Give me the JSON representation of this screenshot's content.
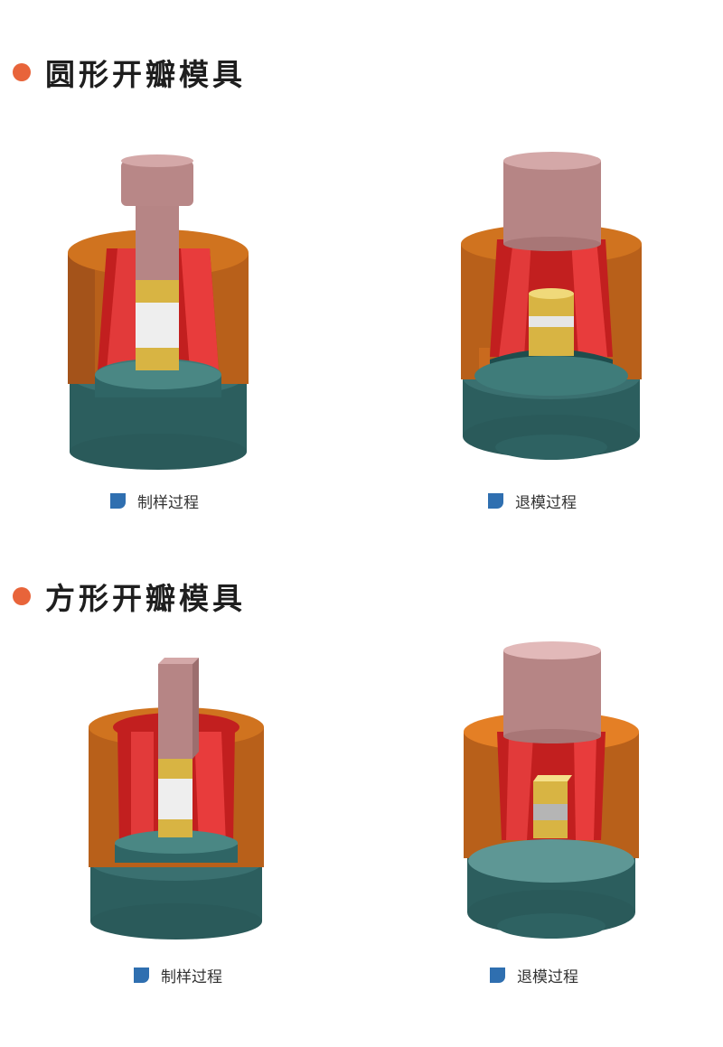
{
  "colors": {
    "accent_dot": "#e8643a",
    "caption_icon": "#2f6fb0",
    "outer_die": "#c9681c",
    "split_die": "#d42a2a",
    "base": "#2f6363",
    "punch": "#b98888",
    "sample_gold": "#d9b54a",
    "sample_white": "#e8e8e8"
  },
  "sections": [
    {
      "title": "圆形开瓣模具",
      "figures": [
        {
          "caption": "制样过程",
          "icon": "caption-square-icon"
        },
        {
          "caption": "退模过程",
          "icon": "caption-square-icon"
        }
      ]
    },
    {
      "title": "方形开瓣模具",
      "figures": [
        {
          "caption": "制样过程",
          "icon": "caption-square-icon"
        },
        {
          "caption": "退模过程",
          "icon": "caption-square-icon"
        }
      ]
    }
  ]
}
